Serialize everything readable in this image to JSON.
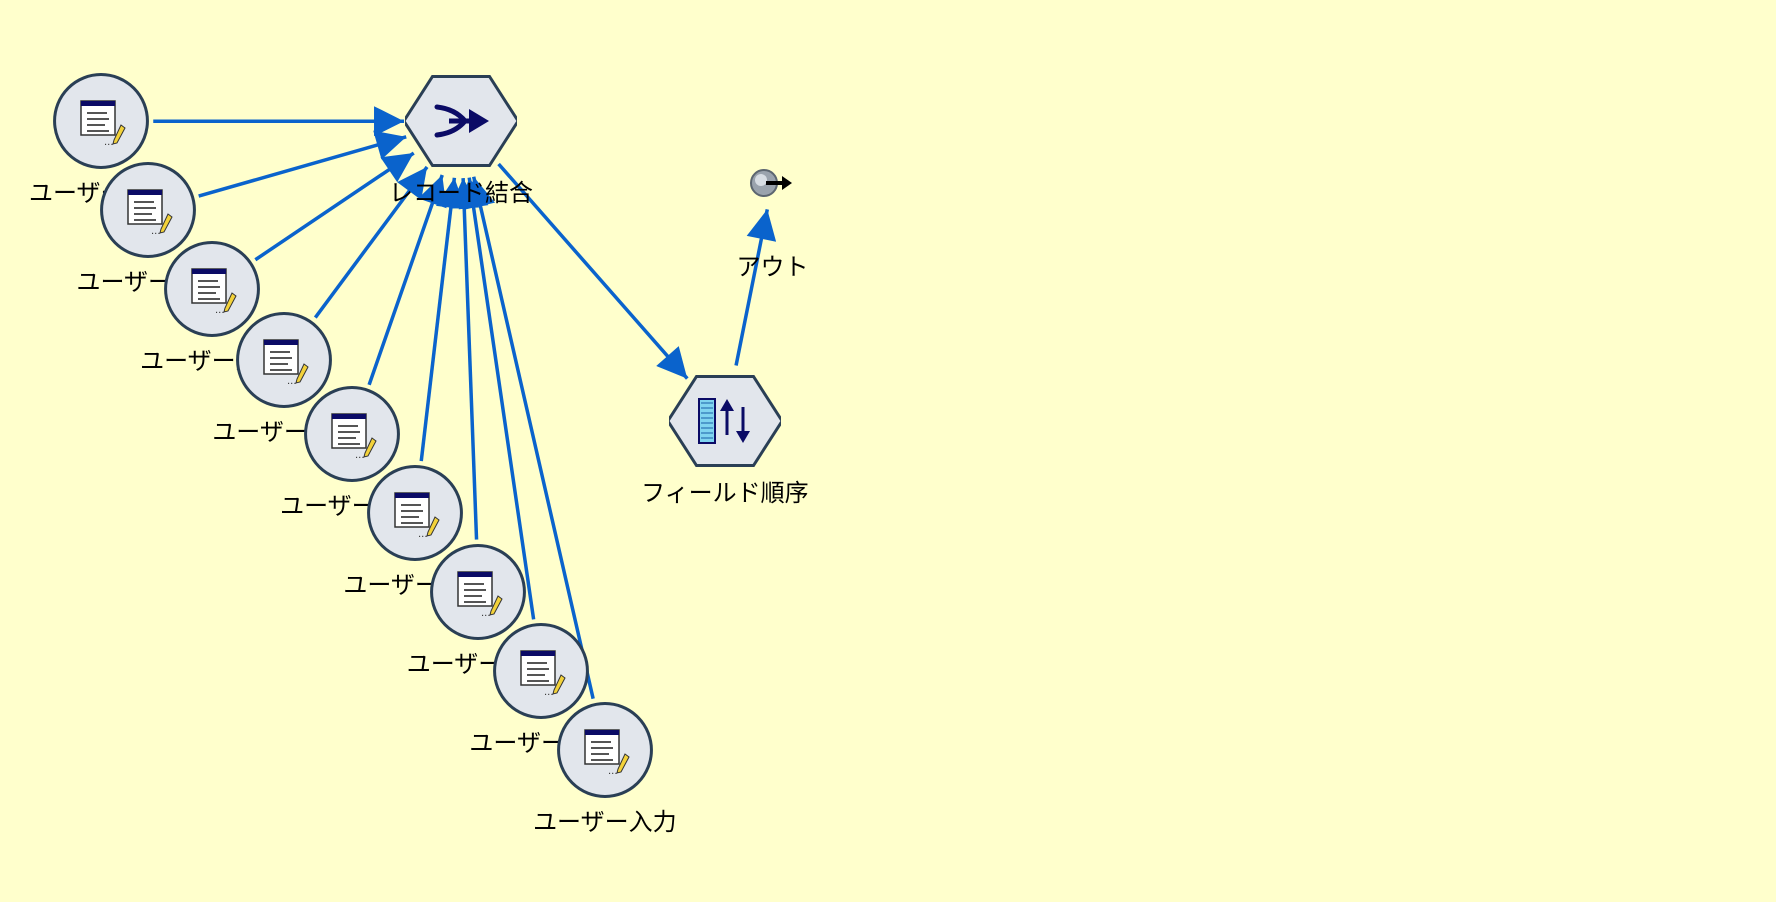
{
  "colors": {
    "background": "#ffffcc",
    "edge": "#0a63cc",
    "node_fill": "#e2e6ec",
    "node_stroke": "#2a3f55",
    "icon_dark": "#0b0b66"
  },
  "nodes": [
    {
      "id": "ui1",
      "kind": "user-input",
      "icon": "user-input-icon",
      "label": "ユーザー入力"
    },
    {
      "id": "ui2",
      "kind": "user-input",
      "icon": "user-input-icon",
      "label": "ユーザー入力"
    },
    {
      "id": "ui3",
      "kind": "user-input",
      "icon": "user-input-icon",
      "label": "ユーザー入力"
    },
    {
      "id": "ui4",
      "kind": "user-input",
      "icon": "user-input-icon",
      "label": "ユーザー入力"
    },
    {
      "id": "ui5",
      "kind": "user-input",
      "icon": "user-input-icon",
      "label": "ユーザー入力"
    },
    {
      "id": "ui6",
      "kind": "user-input",
      "icon": "user-input-icon",
      "label": "ユーザー入力"
    },
    {
      "id": "ui7",
      "kind": "user-input",
      "icon": "user-input-icon",
      "label": "ユーザー入力"
    },
    {
      "id": "ui8",
      "kind": "user-input",
      "icon": "user-input-icon",
      "label": "ユーザー入力"
    },
    {
      "id": "ui9",
      "kind": "user-input",
      "icon": "user-input-icon",
      "label": "ユーザー入力"
    },
    {
      "id": "append",
      "kind": "append",
      "icon": "append-icon",
      "label": "レコード結合"
    },
    {
      "id": "fieldorder",
      "kind": "field-reorder",
      "icon": "field-reorder-icon",
      "label": "フィールド順序"
    },
    {
      "id": "out",
      "kind": "output",
      "icon": "output-icon",
      "label": "アウト"
    }
  ],
  "edges": [
    {
      "from": "ui1",
      "to": "append"
    },
    {
      "from": "ui2",
      "to": "append"
    },
    {
      "from": "ui3",
      "to": "append"
    },
    {
      "from": "ui4",
      "to": "append"
    },
    {
      "from": "ui5",
      "to": "append"
    },
    {
      "from": "ui6",
      "to": "append"
    },
    {
      "from": "ui7",
      "to": "append"
    },
    {
      "from": "ui8",
      "to": "append"
    },
    {
      "from": "ui9",
      "to": "append"
    },
    {
      "from": "append",
      "to": "fieldorder"
    },
    {
      "from": "fieldorder",
      "to": "out"
    }
  ]
}
